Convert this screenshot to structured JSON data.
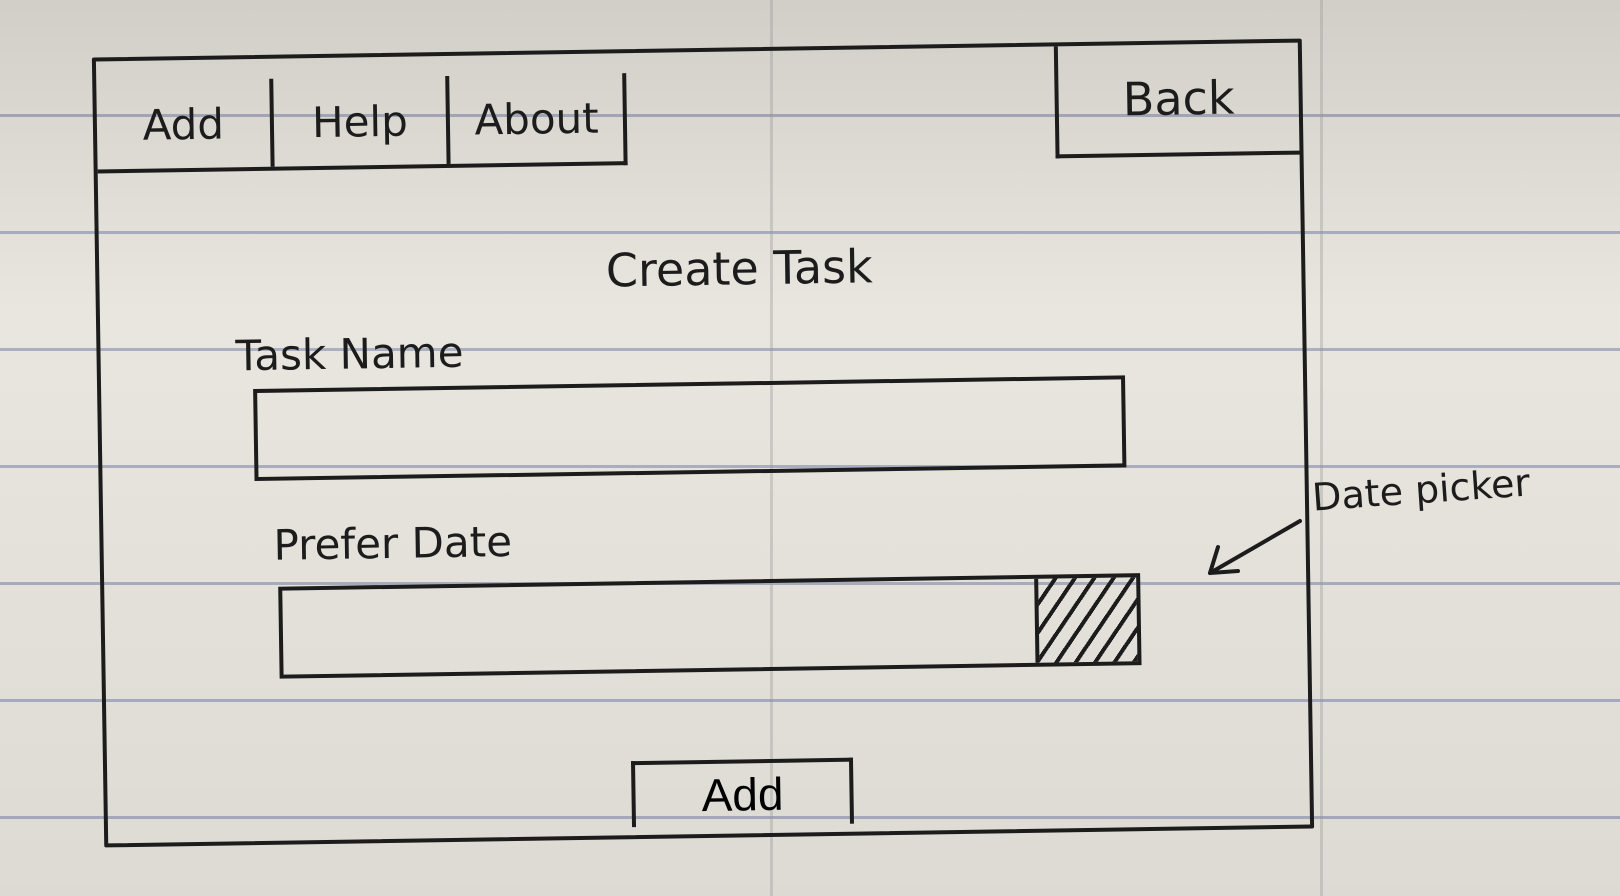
{
  "tabs": [
    {
      "label": "Add"
    },
    {
      "label": "Help"
    },
    {
      "label": "About"
    }
  ],
  "header": {
    "back_label": "Back"
  },
  "form": {
    "title": "Create Task",
    "task_name_label": "Task Name",
    "task_name_value": "",
    "prefer_date_label": "Prefer Date",
    "prefer_date_value": "",
    "submit_label": "Add"
  },
  "annotation": {
    "text": "Date picker"
  },
  "colors": {
    "ink": "#1c1c1c",
    "paper": "#e9e6df",
    "rule_line": "#aab0c2"
  },
  "icons": {
    "date_picker": "hatched-calendar-icon",
    "annotation_arrow": "arrow-icon"
  }
}
